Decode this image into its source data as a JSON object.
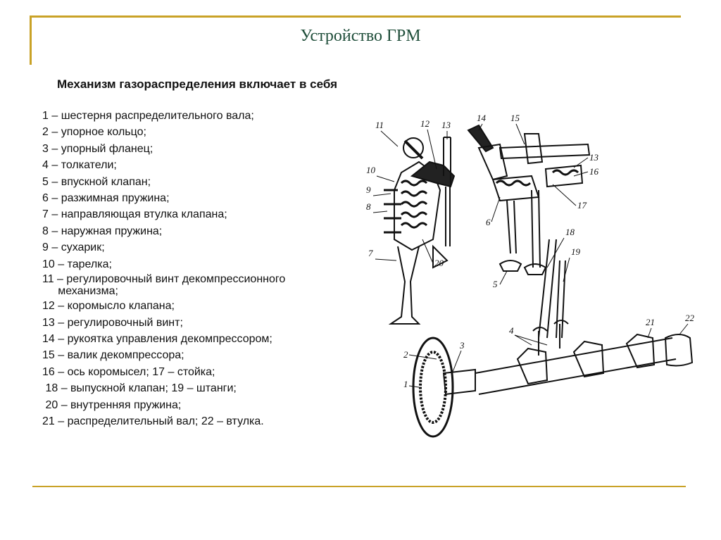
{
  "slide": {
    "title": "Устройство ГРМ",
    "heading": "Механизм газораспределения включает в себя",
    "items": [
      "1 – шестерня распределительного вала;",
      "2 – упорное кольцо;",
      "3 – упорный фланец;",
      "4 – толкатели;",
      "5 – впускной клапан;",
      "6 – разжимная пружина;",
      "7 – направляющая втулка клапана;",
      "8 – наружная пружина;",
      "9 – сухарик;",
      "10 – тарелка;",
      "11 – регулировочный винт декомпрессионного\n     механизма;",
      "12 – коромысло клапана;",
      "13 – регулировочный винт;",
      "14 – рукоятка управления декомпрессором;",
      "15 – валик декомпрессора;",
      "16 – ось коромысел; 17 – стойка;",
      " 18 – выпускной клапан; 19 – штанги;",
      " 20 – внутренняя пружина;",
      "21 – распределительный вал; 22 – втулка."
    ]
  },
  "diagram": {
    "callouts": [
      "11",
      "12",
      "13",
      "10",
      "9",
      "8",
      "7",
      "20",
      "14",
      "15",
      "13",
      "16",
      "17",
      "6",
      "5",
      "18",
      "19",
      "4",
      "2",
      "3",
      "1",
      "21",
      "22"
    ]
  }
}
